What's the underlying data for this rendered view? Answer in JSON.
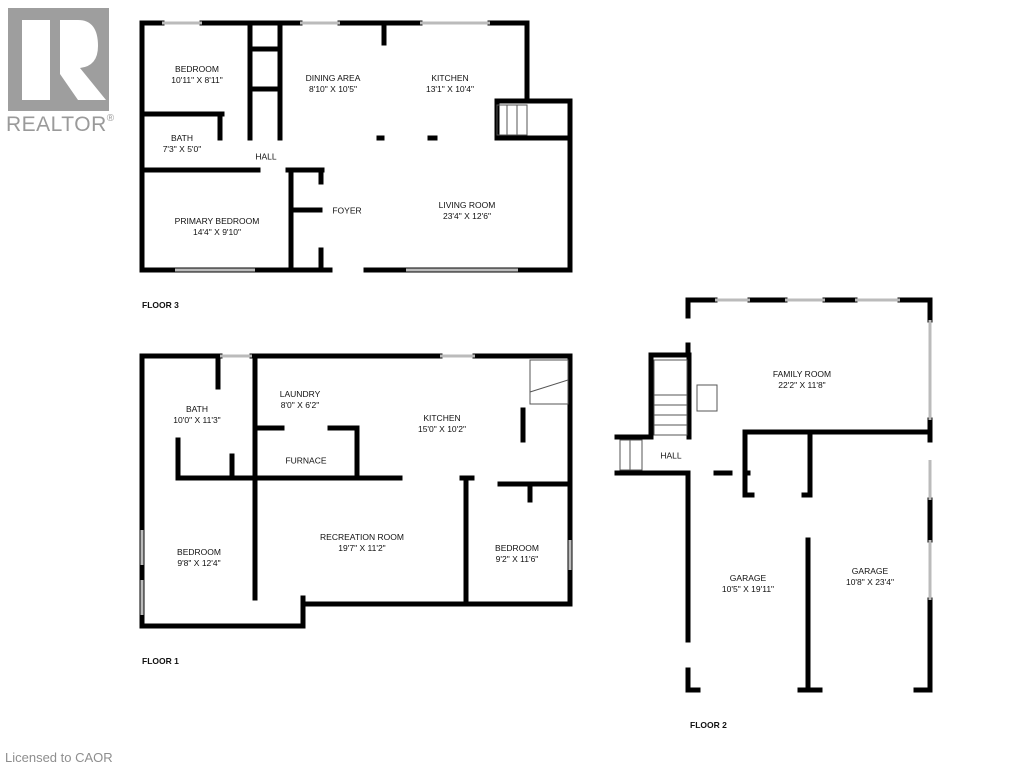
{
  "logo": {
    "brand": "REALTOR",
    "registered": "®"
  },
  "license_text": "Licensed to CAOR",
  "floors": [
    {
      "label": "FLOOR 3",
      "rooms": [
        {
          "name": "BEDROOM",
          "dims": "10'11\" X 8'11\""
        },
        {
          "name": "DINING AREA",
          "dims": "8'10\" X 10'5\""
        },
        {
          "name": "KITCHEN",
          "dims": "13'1\" X 10'4\""
        },
        {
          "name": "BATH",
          "dims": "7'3\" X 5'0\""
        },
        {
          "name": "HALL",
          "dims": ""
        },
        {
          "name": "PRIMARY BEDROOM",
          "dims": "14'4\" X 9'10\""
        },
        {
          "name": "FOYER",
          "dims": ""
        },
        {
          "name": "LIVING ROOM",
          "dims": "23'4\" X 12'6\""
        }
      ]
    },
    {
      "label": "FLOOR 1",
      "rooms": [
        {
          "name": "BATH",
          "dims": "10'0\" X 11'3\""
        },
        {
          "name": "LAUNDRY",
          "dims": "8'0\" X 6'2\""
        },
        {
          "name": "KITCHEN",
          "dims": "15'0\" X 10'2\""
        },
        {
          "name": "FURNACE",
          "dims": ""
        },
        {
          "name": "BEDROOM",
          "dims": "9'8\" X 12'4\""
        },
        {
          "name": "RECREATION ROOM",
          "dims": "19'7\" X 11'2\""
        },
        {
          "name": "BEDROOM",
          "dims": "9'2\" X 11'6\""
        }
      ]
    },
    {
      "label": "FLOOR 2",
      "rooms": [
        {
          "name": "FAMILY ROOM",
          "dims": "22'2\" X 11'8\""
        },
        {
          "name": "HALL",
          "dims": ""
        },
        {
          "name": "GARAGE",
          "dims": "10'5\" X 19'11\""
        },
        {
          "name": "GARAGE",
          "dims": "10'8\" X 23'4\""
        }
      ]
    }
  ],
  "colors": {
    "wall": "#000000",
    "logo": "#9e9e9e",
    "window": "#cccccc"
  }
}
